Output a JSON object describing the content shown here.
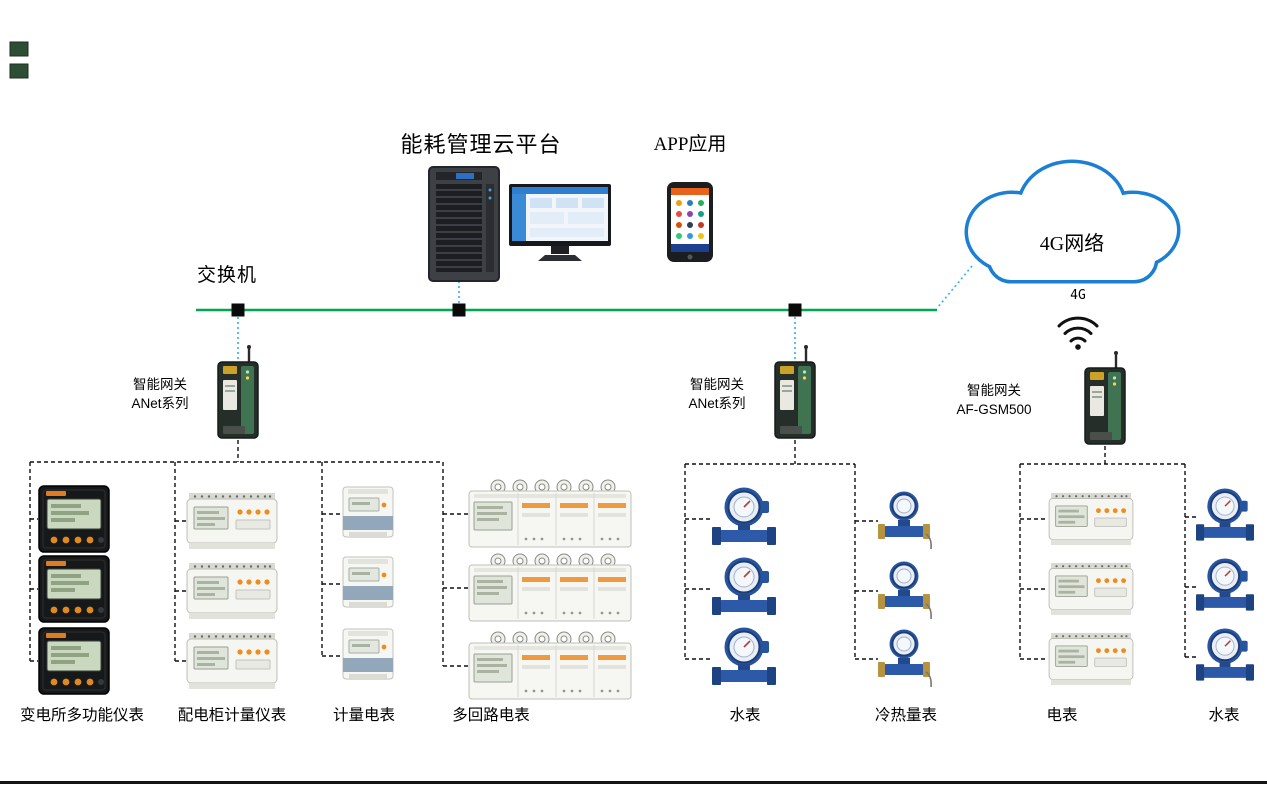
{
  "titles": {
    "platform": "能耗管理云平台",
    "app": "APP应用"
  },
  "network": {
    "switch_label": "交换机",
    "cloud_label": "4G网络",
    "wireless_label": "4G"
  },
  "gateways": [
    {
      "name_line1": "智能网关",
      "name_line2": "ANet系列"
    },
    {
      "name_line1": "智能网关",
      "name_line2": "ANet系列"
    },
    {
      "name_line1": "智能网关",
      "name_line2": "AF-GSM500"
    }
  ],
  "device_groups": [
    {
      "label": "变电所多功能仪表",
      "count": 3
    },
    {
      "label": "配电柜计量仪表",
      "count": 3
    },
    {
      "label": "计量电表",
      "count": 3
    },
    {
      "label": "多回路电表",
      "count": 3
    },
    {
      "label": "水表",
      "count": 3
    },
    {
      "label": "冷热量表",
      "count": 3
    },
    {
      "label": "电表",
      "count": 3
    },
    {
      "label": "水表",
      "count": 3
    }
  ],
  "colors": {
    "bus_line": "#00a651",
    "cloud_stroke": "#1b7fd4",
    "dashed_drop_blue": "#3db5e6",
    "dashed_device_black": "#111111"
  }
}
